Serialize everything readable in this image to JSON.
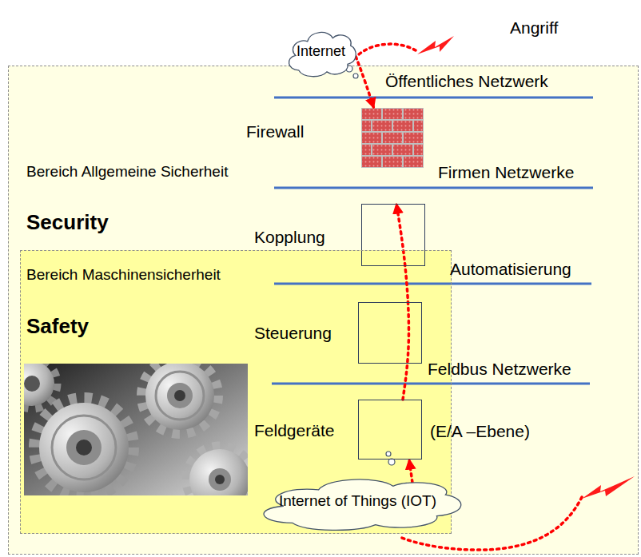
{
  "diagram": {
    "nodes": [
      {
        "text": [
          "Internet"
        ]
      },
      {
        "text": [
          "Bereich Allgemeine Sicherheit",
          "Security"
        ]
      },
      {
        "text": [
          "Firewall"
        ],
        "in": 1
      },
      {
        "text": [
          "Kopplung"
        ],
        "in": 1
      },
      {
        "text": [
          "Bereich Maschinensicherheit",
          "Safety"
        ],
        "in": 1
      },
      {
        "text": [
          "Steuerung"
        ],
        "in": 4
      },
      {
        "text": [
          "Feldgeräte"
        ],
        "in": 4
      },
      {
        "text": [
          "Internet of Things (IOT)"
        ],
        "in": 4
      }
    ],
    "edges": [
      {
        "from": 0,
        "to": 2,
        "arrow": "to"
      },
      {
        "from": 7,
        "to": 6,
        "arrow": "to"
      },
      {
        "from": 6,
        "to": 3,
        "arrow": "to"
      }
    ],
    "labels": [
      "Angriff",
      "Öffentliches Netzwerk",
      "Firmen Netzwerke",
      "Automatisierung",
      "Feldbus Netzwerke",
      "(E/A –Ebene)"
    ]
  }
}
